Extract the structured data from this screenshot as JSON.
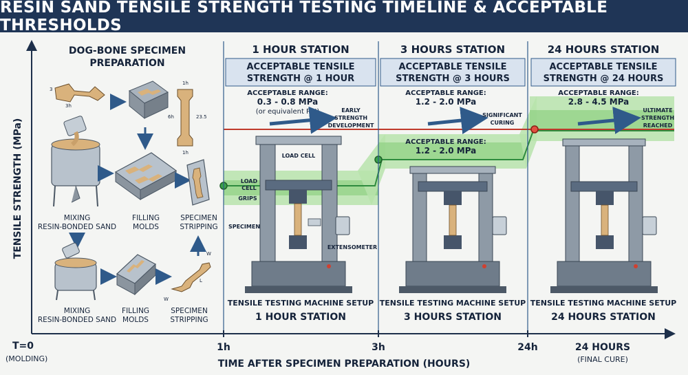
{
  "title": "RESIN SAND TENSILE STRENGTH TESTING TIMELINE & ACCEPTABLE THRESHOLDS",
  "axes": {
    "ylabel": "TENSILE STRENGTH (MPa)",
    "xlabel": "TIME AFTER SPECIMEN PREPARATION (HOURS)",
    "t0_label": "T=0",
    "t0_sub": "(MOLDING)",
    "ticks": [
      "1h",
      "3h",
      "24h"
    ],
    "end_label": "24 HOURS",
    "end_sub": "(FINAL CURE)"
  },
  "prep": {
    "title_line1": "DOG-BONE SPECIMEN",
    "title_line2": "PREPARATION",
    "dims": {
      "d3": "3",
      "d3h": "3h",
      "d1h_top": "1h",
      "d6h": "6h",
      "d23": "23.5",
      "d1h_bot": "1h",
      "w_top": "W",
      "l": "L",
      "w_bot": "W"
    },
    "step_mix_1": "MIXING",
    "step_mix_2": "RESIN-BONDED SAND",
    "step_fill_1": "FILLING",
    "step_fill_2": "MOLDS",
    "step_strip_1": "SPECIMEN",
    "step_strip_2": "STRIPPING"
  },
  "stations": [
    {
      "header": "1 HOUR STATION",
      "box1": "ACCEPTABLE TENSILE",
      "box2": "STRENGTH @ 1 HOUR",
      "range_label": "ACCEPTABLE RANGE:",
      "range": "0.3 - 0.8 MPa",
      "note": "(or equivalent PSI)",
      "arrow1": "EARLY",
      "arrow2": "STRENGTH",
      "arrow3": "DEVELOPMENT",
      "setup": "TENSILE TESTING MACHINE SETUP",
      "footer": "1 HOUR STATION"
    },
    {
      "header": "3 HOURS STATION",
      "box1": "ACCEPTABLE TENSILE",
      "box2": "STRENGTH @ 3 HOURS",
      "range_label": "ACCEPTABLE RANGE:",
      "range": "1.2 - 2.0 MPa",
      "arrow1": "SIGNIFICANT",
      "arrow2": "CURING",
      "band_label": "ACCEPTABLE RANGE:",
      "band_range": "1.2 - 2.0 MPa",
      "setup": "TENSILE TESTING MACHINE SETUP",
      "footer": "3 HOURS STATION"
    },
    {
      "header": "24 HOURS STATION",
      "box1": "ACCEPTABLE TENSILE",
      "box2": "STRENGTH @ 24 HOURS",
      "range_label": "ACCEPTABLE RANGE:",
      "range": "2.8 - 4.5 MPa",
      "arrow1": "ULTIMATE",
      "arrow2": "STRENGTH",
      "arrow3": "REACHED",
      "setup": "TENSILE TESTING MACHINE SETUP",
      "footer": "24 HOURS STATION"
    }
  ],
  "machine_labels": {
    "load_cell_top": "LOAD CELL",
    "load_1": "LOAD",
    "load_2": "CELL",
    "grips": "GRIPS",
    "specimen": "SPECIMEN",
    "extensometer": "EXTENSOMETER"
  },
  "colors": {
    "banner": "#1f3556",
    "band": "#9fd894",
    "threshold": "#c0392b",
    "axis": "#1d2f4a",
    "box": "#d9e3ef"
  }
}
